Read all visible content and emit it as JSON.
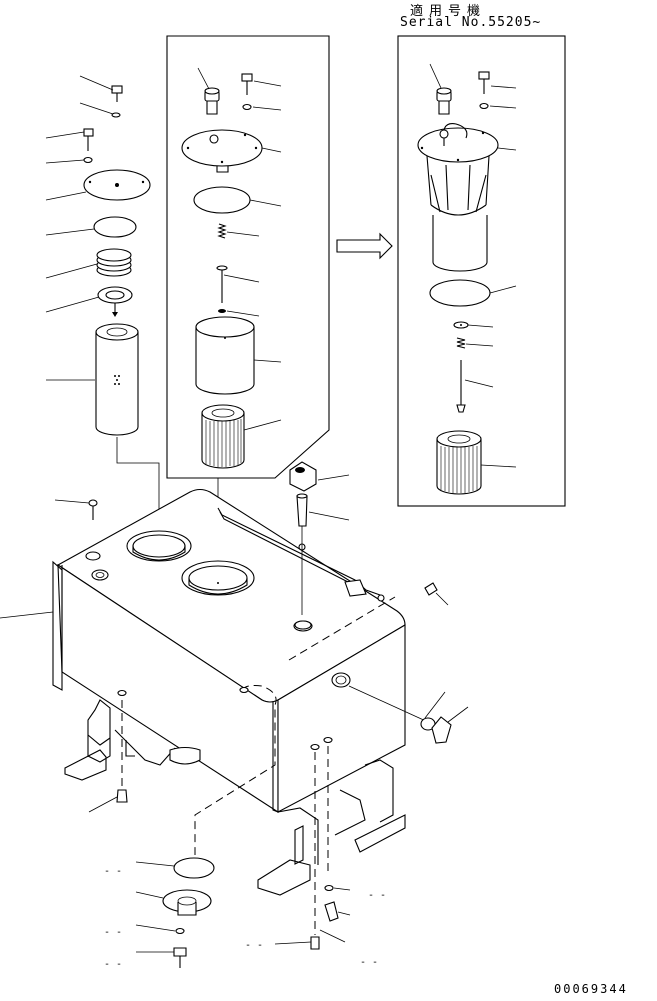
{
  "applicability": {
    "label_jp": "適用号機",
    "serial": "Serial No.55205~"
  },
  "drawing_number": "00069344",
  "legend_dashes": [
    "- -",
    "- -",
    "- -",
    "- -",
    "- -",
    "- -"
  ]
}
